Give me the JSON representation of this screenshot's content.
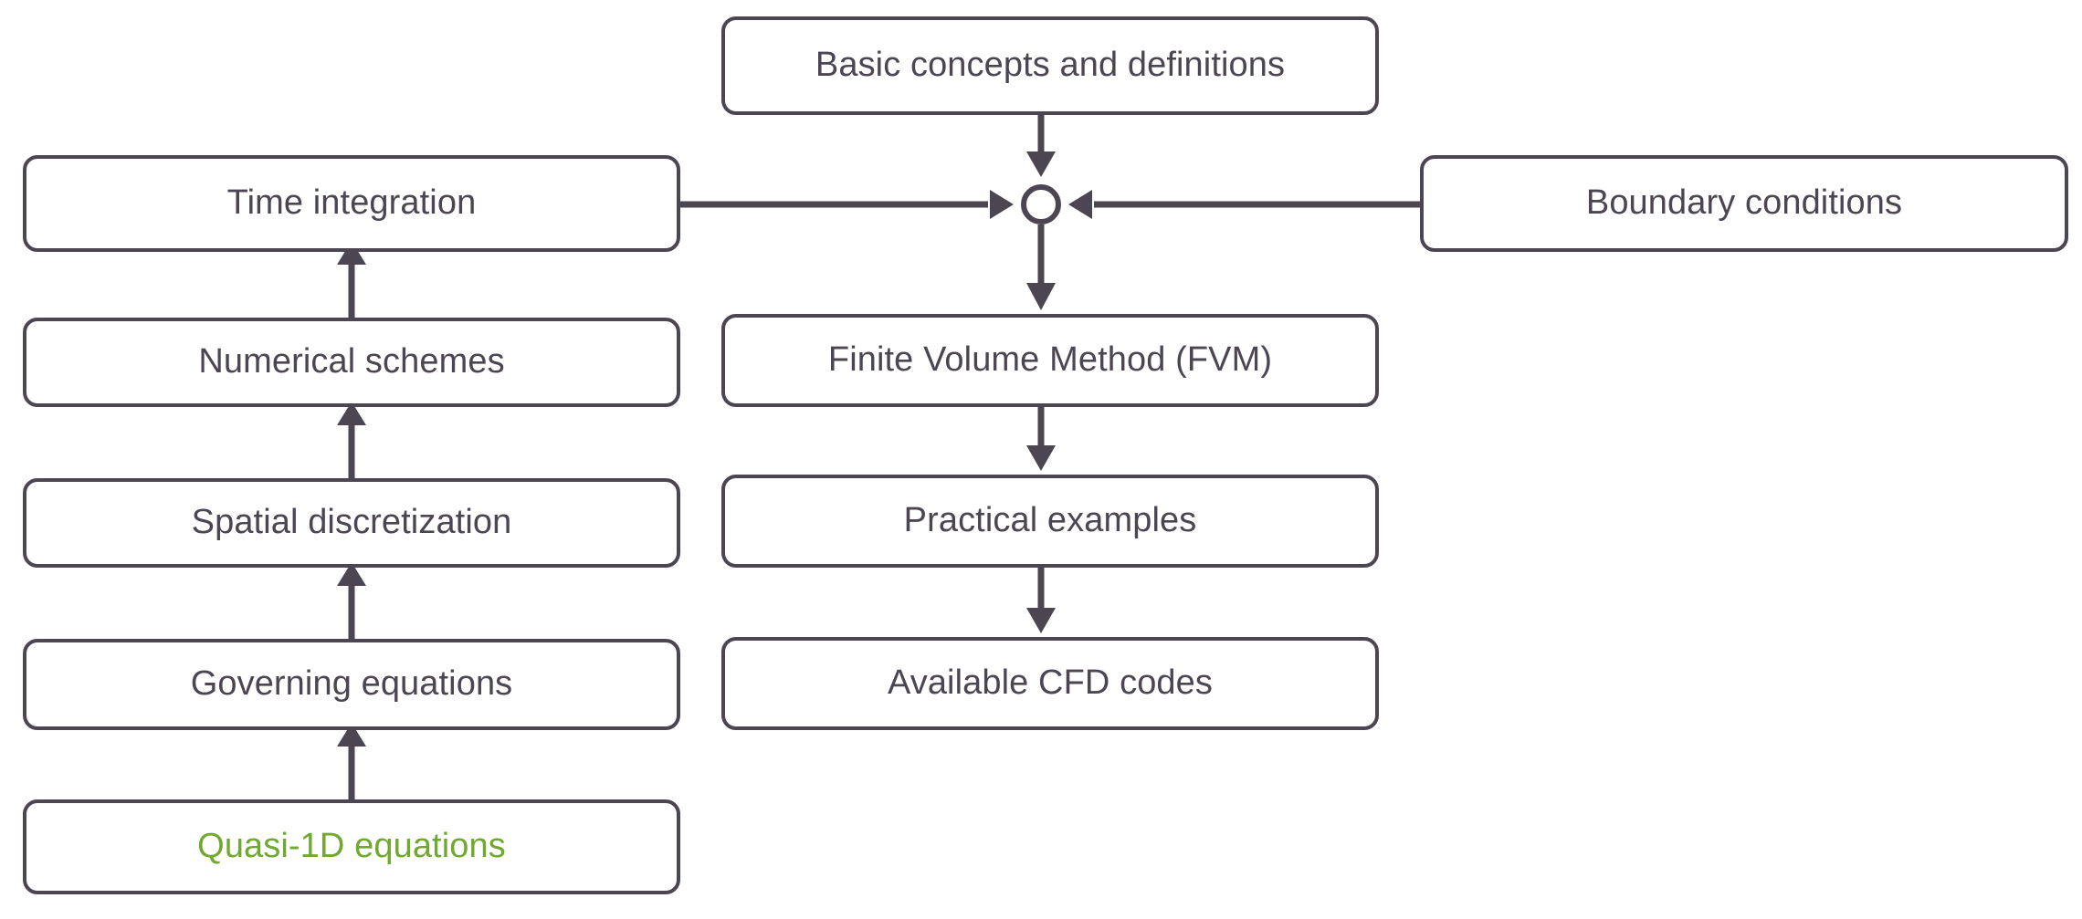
{
  "diagram": {
    "title": "CFD course structure flow chart",
    "colors": {
      "stroke": "#4b4652",
      "text": "#4b4652",
      "accent": "#70a92f",
      "background": "#ffffff",
      "node_fill": "#ffffff"
    },
    "nodes": [
      {
        "id": "time-integration",
        "label": "Time integration"
      },
      {
        "id": "numerical-schemes",
        "label": "Numerical schemes"
      },
      {
        "id": "spatial-discretization",
        "label": "Spatial discretization"
      },
      {
        "id": "governing-equations",
        "label": "Governing equations"
      },
      {
        "id": "quasi-1d-equations",
        "label": "Quasi-1D equations",
        "highlight": true
      },
      {
        "id": "basic-concepts",
        "label": "Basic concepts and definitions"
      },
      {
        "id": "fvm",
        "label": "Finite Volume Method (FVM)"
      },
      {
        "id": "practical-examples",
        "label": "Practical examples"
      },
      {
        "id": "available-cfd-codes",
        "label": "Available CFD codes"
      },
      {
        "id": "boundary-conditions",
        "label": "Boundary conditions"
      }
    ],
    "junction": {
      "id": "merge-junction",
      "shape": "circle"
    },
    "edges": [
      {
        "from": "quasi-1d-equations",
        "to": "governing-equations",
        "direction": "up"
      },
      {
        "from": "governing-equations",
        "to": "spatial-discretization",
        "direction": "up"
      },
      {
        "from": "spatial-discretization",
        "to": "numerical-schemes",
        "direction": "up"
      },
      {
        "from": "numerical-schemes",
        "to": "time-integration",
        "direction": "up"
      },
      {
        "from": "time-integration",
        "to": "merge-junction",
        "direction": "right"
      },
      {
        "from": "boundary-conditions",
        "to": "merge-junction",
        "direction": "left"
      },
      {
        "from": "basic-concepts",
        "to": "merge-junction",
        "direction": "down"
      },
      {
        "from": "merge-junction",
        "to": "fvm",
        "direction": "down"
      },
      {
        "from": "fvm",
        "to": "practical-examples",
        "direction": "down"
      },
      {
        "from": "practical-examples",
        "to": "available-cfd-codes",
        "direction": "down"
      }
    ]
  }
}
